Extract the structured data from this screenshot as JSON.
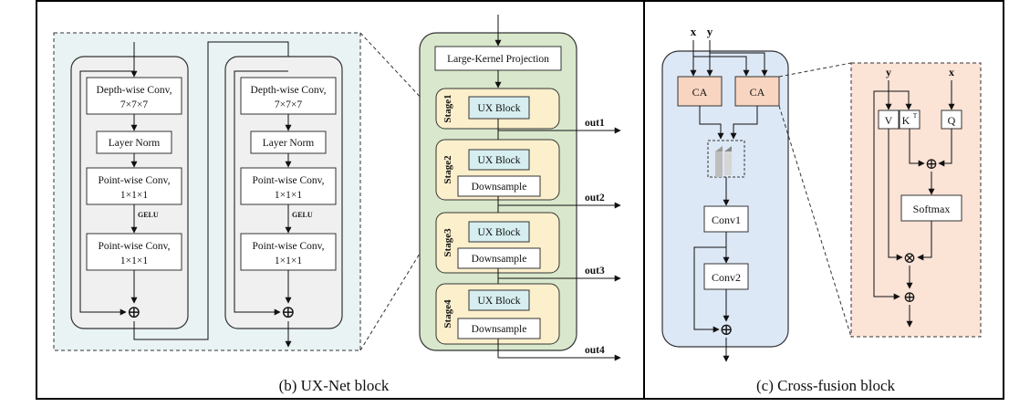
{
  "captions": {
    "ux_net": "(b) UX-Net block",
    "cross_fusion": "(c) Cross-fusion block"
  },
  "ux_block_detail": {
    "depthwise_line1": "Depth-wise Conv,",
    "depthwise_line2": "7×7×7",
    "layer_norm": "Layer Norm",
    "pointwise_line1": "Point-wise Conv,",
    "pointwise_line2": "1×1×1",
    "activation": "GELU",
    "add_symbol": "⊕"
  },
  "encoder": {
    "projection": "Large-Kernel Projection",
    "stages": [
      {
        "label": "Stage1",
        "block": "UX Block",
        "downsample": "",
        "out": "out1"
      },
      {
        "label": "Stage2",
        "block": "UX Block",
        "downsample": "Downsample",
        "out": "out2"
      },
      {
        "label": "Stage3",
        "block": "UX Block",
        "downsample": "Downsample",
        "out": "out3"
      },
      {
        "label": "Stage4",
        "block": "UX Block",
        "downsample": "Downsample",
        "out": "out4"
      }
    ]
  },
  "cross_fusion": {
    "input_x": "x",
    "input_y": "y",
    "ca_left": "CA",
    "ca_right": "CA",
    "conv1": "Conv1",
    "conv2": "Conv2",
    "add_symbol": "⊕"
  },
  "attention": {
    "input_y": "y",
    "input_x": "x",
    "v": "V",
    "k": "K",
    "k_sup": "T",
    "q": "Q",
    "softmax": "Softmax",
    "add_symbol": "⊕",
    "mul_symbol": "⊗"
  },
  "colors": {
    "ux_region_bg": "#e9f3f4",
    "block_bg": "#f0f0f0",
    "teal_box": "#d6eef0",
    "encoder_bg": "#d9e8cc",
    "stage_bg": "#fbefcc",
    "fusion_bg": "#dde8f6",
    "ca_box": "#f8d5c0",
    "attention_bg": "#fbe3d6"
  }
}
